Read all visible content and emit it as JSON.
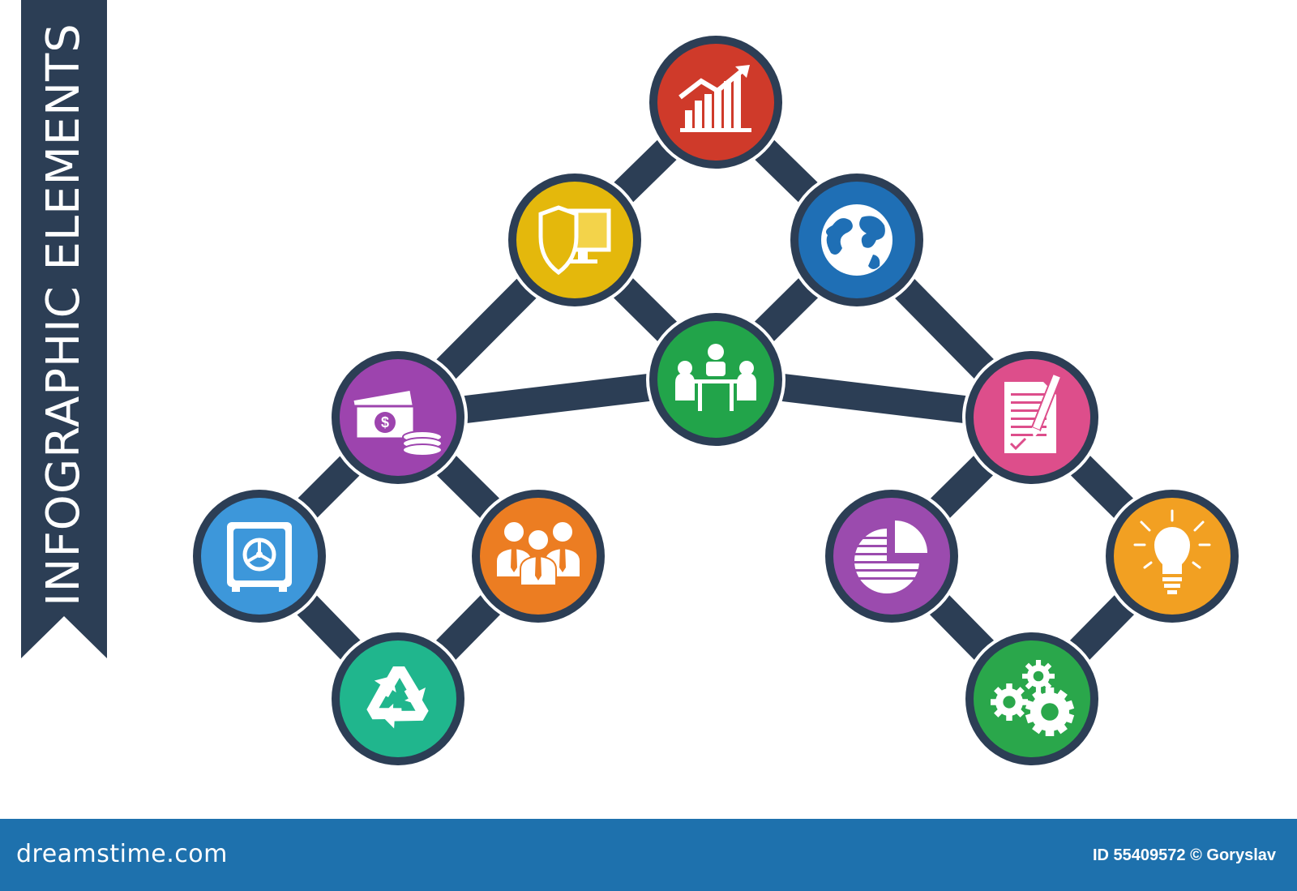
{
  "ribbon": {
    "title": "INFOGRAPHIC ELEMENTS",
    "color": "#2c3e55"
  },
  "diagram": {
    "connector_color": "#2c3e55",
    "nodes": [
      {
        "id": "growth-chart",
        "icon": "growth-chart-icon",
        "color": "#cf3a2a"
      },
      {
        "id": "shield-monitor",
        "icon": "shield-monitor-icon",
        "color": "#e4b80c"
      },
      {
        "id": "globe",
        "icon": "globe-icon",
        "color": "#1f6fb5"
      },
      {
        "id": "meeting",
        "icon": "meeting-table-icon",
        "color": "#22a44a"
      },
      {
        "id": "money",
        "icon": "money-coins-icon",
        "color": "#9d44ae"
      },
      {
        "id": "safe",
        "icon": "safe-icon",
        "color": "#3d97da"
      },
      {
        "id": "team",
        "icon": "team-icon",
        "color": "#ec7d22"
      },
      {
        "id": "recycle",
        "icon": "recycle-icon",
        "color": "#20b68d"
      },
      {
        "id": "document",
        "icon": "document-pen-icon",
        "color": "#dd4e8b"
      },
      {
        "id": "pie-chart",
        "icon": "pie-chart-icon",
        "color": "#9b4bae"
      },
      {
        "id": "lightbulb",
        "icon": "lightbulb-icon",
        "color": "#f2a022"
      },
      {
        "id": "gears",
        "icon": "gears-icon",
        "color": "#2aa74b"
      }
    ]
  },
  "footer": {
    "site": "dreamstime.com",
    "credit": "ID 55409572 © Goryslav",
    "color": "#1e71ad"
  }
}
